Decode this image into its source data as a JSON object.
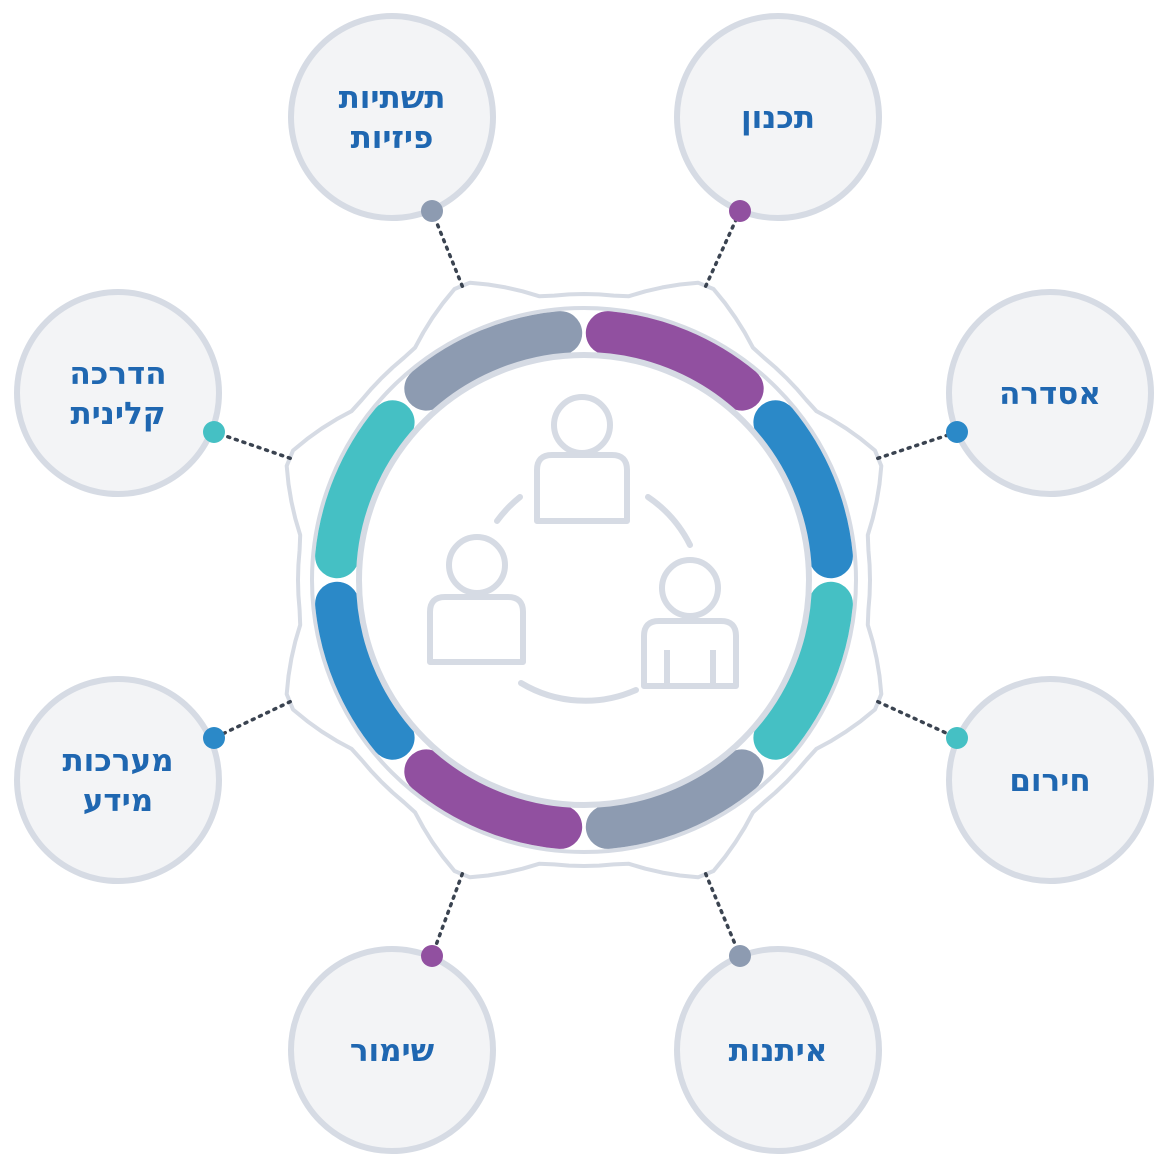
{
  "diagram": {
    "center_icon": "people-cycle-icon",
    "colors": {
      "purple": "#9150a0",
      "blue": "#2b89c8",
      "teal": "#45c0c4",
      "gray": "#8d9bb1",
      "label": "#1f67b1",
      "outline": "#d6dbe4",
      "node_bg": "#f3f4f6"
    },
    "nodes": [
      {
        "lines": [
          "תכנון"
        ],
        "color": "purple"
      },
      {
        "lines": [
          "אסדרה"
        ],
        "color": "blue"
      },
      {
        "lines": [
          "חירום"
        ],
        "color": "teal"
      },
      {
        "lines": [
          "איתנות"
        ],
        "color": "gray"
      },
      {
        "lines": [
          "שימור"
        ],
        "color": "purple"
      },
      {
        "lines": [
          "מערכות",
          "מידע"
        ],
        "color": "blue"
      },
      {
        "lines": [
          "הדרכה",
          "קלינית"
        ],
        "color": "teal"
      },
      {
        "lines": [
          "תשתיות",
          "פיזיות"
        ],
        "color": "gray"
      }
    ]
  }
}
